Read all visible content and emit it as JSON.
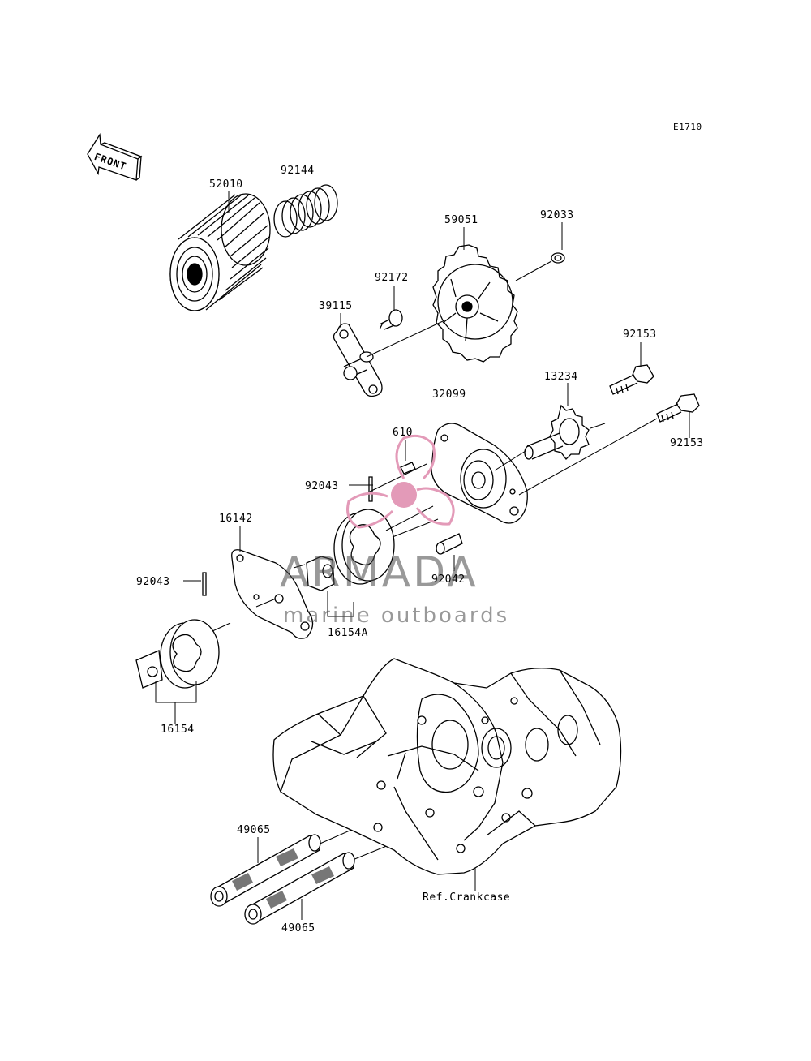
{
  "diagram_code": "E1710",
  "front_arrow_label": "FRONT",
  "parts": {
    "p52010": "52010",
    "p92144": "92144",
    "p59051": "59051",
    "p92033": "92033",
    "p92172": "92172",
    "p39115": "39115",
    "p92153a": "92153",
    "p13234": "13234",
    "p32099": "32099",
    "p92153b": "92153",
    "p610": "610",
    "p92043a": "92043",
    "p16142": "16142",
    "p92043b": "92043",
    "p92042": "92042",
    "p16154A": "16154A",
    "p16154": "16154",
    "p49065a": "49065",
    "p49065b": "49065",
    "ref_crankcase": "Ref.Crankcase"
  },
  "watermark": {
    "name": "ARMADA",
    "subtitle": "marine outboards",
    "color_pink": "#e39ab8",
    "color_gray": "#5a5a5a"
  }
}
